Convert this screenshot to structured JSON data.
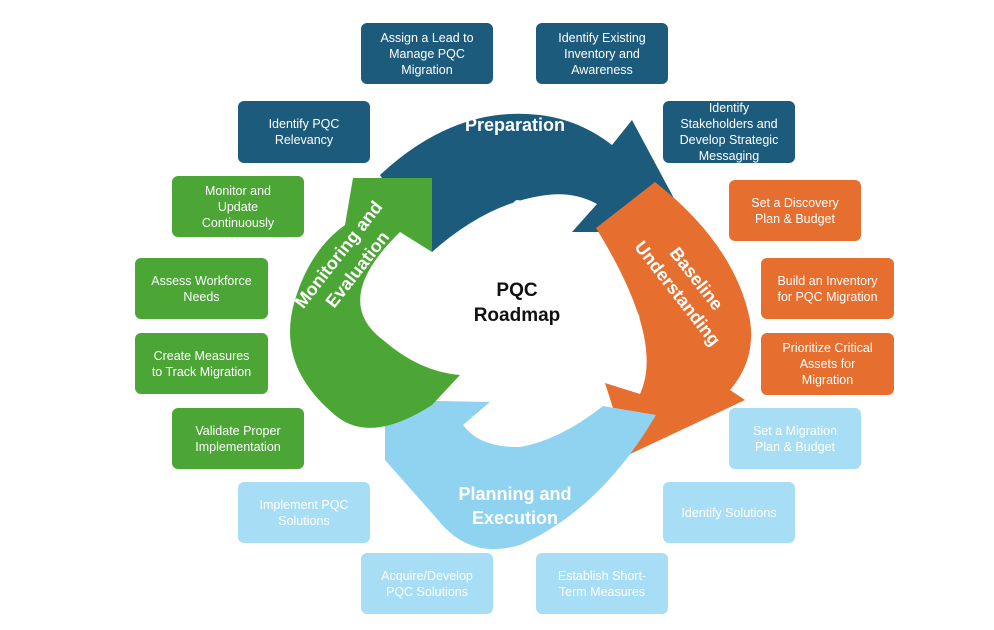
{
  "colors": {
    "preparation": "#1c5b7c",
    "baseline": "#e66f30",
    "planning": "#8fd3f1",
    "monitoring": "#4ba636",
    "planning_box": "#a7def5"
  },
  "center": {
    "title": "PQC\nRoadmap"
  },
  "phases": {
    "preparation": "Preparation",
    "baseline": "Baseline\nUnderstanding",
    "planning": "Planning and\nExecution",
    "monitoring": "Monitoring and\nEvaluation"
  },
  "preparation_steps": [
    "Assign a Lead to\nManage PQC\nMigration",
    "Identify Existing\nInventory and\nAwareness",
    "Identify\nStakeholders and\nDevelop Strategic\nMessaging",
    "Identify PQC\nRelevancy"
  ],
  "baseline_steps": [
    "Set a Discovery\nPlan & Budget",
    "Build an Inventory\nfor PQC Migration",
    "Prioritize Critical\nAssets for\nMigration"
  ],
  "planning_steps": [
    "Set a Migration\nPlan & Budget",
    "Identify Solutions",
    "Establish Short-\nTerm Measures",
    "Acquire/Develop\nPQC Solutions",
    "Implement PQC\nSolutions"
  ],
  "monitoring_steps": [
    "Validate Proper\nImplementation",
    "Create Measures\nto Track Migration",
    "Assess Workforce\nNeeds",
    "Monitor and\nUpdate\nContinuously"
  ]
}
